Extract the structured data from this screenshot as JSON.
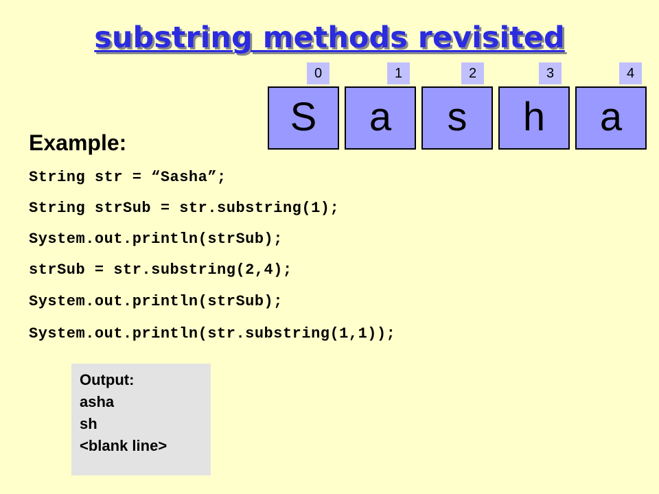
{
  "slide": {
    "title": "substring methods revisited",
    "indices": [
      "0",
      "1",
      "2",
      "3",
      "4"
    ],
    "letters": [
      "S",
      "a",
      "s",
      "h",
      "a"
    ],
    "example_label": "Example:",
    "code_lines": [
      "String str = “Sasha”;",
      "String strSub = str.substring(1);",
      "System.out.println(strSub);",
      "strSub = str.substring(2,4);",
      "System.out.println(strSub);",
      "System.out.println(str.substring(1,1));"
    ],
    "output": {
      "label": "Output:",
      "lines": [
        "asha",
        "sh",
        "<blank line>"
      ]
    }
  },
  "colors": {
    "background": "#FFFFCC",
    "title": "#2B2BE0",
    "cell": "#9999FF",
    "index_box": "#C0C0FF",
    "output_box": "#E3E3E3"
  }
}
